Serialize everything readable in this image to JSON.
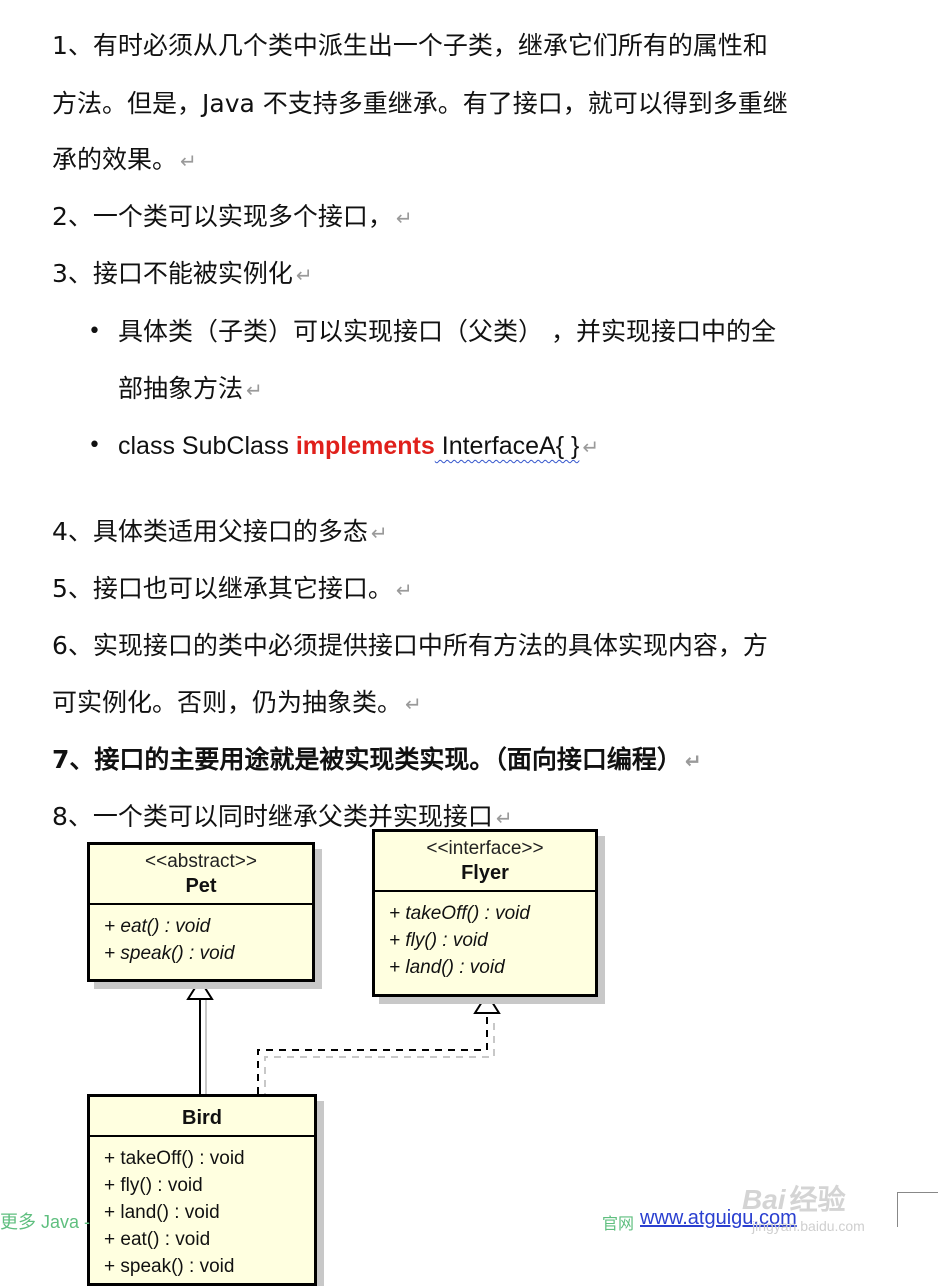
{
  "paragraphs": {
    "p1_l1": "1、有时必须从几个类中派生出一个子类，继承它们所有的属性和",
    "p1_l2": "方法。但是，Java 不支持多重继承。有了接口，就可以得到多重继",
    "p1_l3": "承的效果。",
    "p2": "2、一个类可以实现多个接口，",
    "p3": "3、接口不能被实例化",
    "b1_l1": "具体类（子类）可以实现接口（父类）  ，并实现接口中的全",
    "b1_l2": "部抽象方法",
    "b2_pre": "class SubClass ",
    "b2_kw": "implements",
    "b2_post": " InterfaceA{ }",
    "p4": "4、具体类适用父接口的多态",
    "p5": "5、接口也可以继承其它接口。",
    "p6_l1": "6、实现接口的类中必须提供接口中所有方法的具体实现内容，方",
    "p6_l2": "可实例化。否则，仍为抽象类。",
    "p7": "7、接口的主要用途就是被实现类实现。（面向接口编程）",
    "p8": "8、一个类可以同时继承父类并实现接口"
  },
  "marks": {
    "paragraph_mark": "↵",
    "bullet": "•"
  },
  "uml": {
    "pet": {
      "stereotype": "<<abstract>>",
      "name": "Pet",
      "ops": [
        "+ eat() : void",
        "+ speak() : void"
      ]
    },
    "flyer": {
      "stereotype": "<<interface>>",
      "name": "Flyer",
      "ops": [
        "+ takeOff() : void",
        "+ fly() : void",
        "+ land() : void"
      ]
    },
    "bird": {
      "name": "Bird",
      "ops": [
        "+ takeOff() : void",
        "+ fly() : void",
        "+ land() : void",
        "+ eat() : void",
        "+ speak() : void"
      ]
    }
  },
  "footer": {
    "left": "更多 Java -",
    "mid": "官网",
    "link": "www.atguigu.com"
  },
  "watermark": {
    "logo": "Bai",
    "logo2": "经验",
    "sub": "jingyan.baidu.com"
  },
  "colors": {
    "keyword": "#e0201b",
    "uml_fill": "#ffffe0",
    "link": "#2a3fd0",
    "footer_green": "#5fbf7f"
  }
}
